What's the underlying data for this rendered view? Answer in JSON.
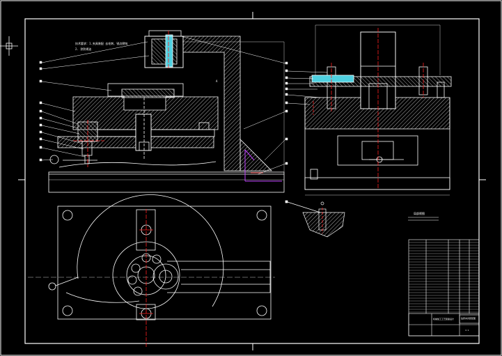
{
  "drawing": {
    "background": "#000000",
    "line_color": "#ffffff",
    "hatch_color": "#ffffff",
    "centerline_color": "#ff2020",
    "dimension_color": "#ff2020",
    "highlight_color": "#4fd0e0",
    "annotation_color": "#c040ff",
    "crosshair_icon": "crosshair-icon"
  },
  "notes": {
    "tech_requirements": [
      "技术要求：1.夹具装配 去毛刺、锐边倒钝",
      "2. 涂防锈油"
    ],
    "section_label": "局部视图",
    "section_mark": "A"
  },
  "title_block": {
    "company": "机械加工工艺装备设计",
    "drawing_title": "钻床夹具装配图",
    "scale": "1:1"
  }
}
